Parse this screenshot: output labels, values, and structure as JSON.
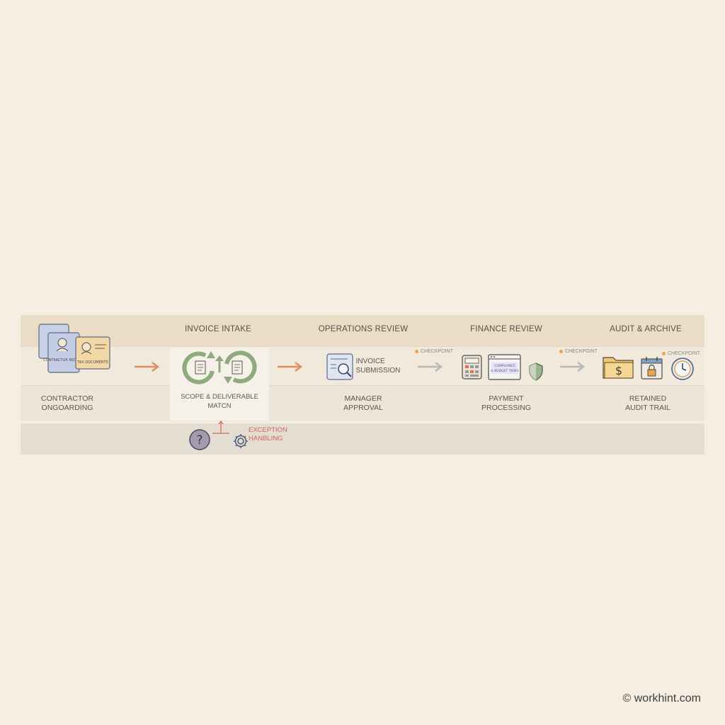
{
  "phases": {
    "invoice_intake": "INVOICE INTAKE",
    "operations_review": "OPERATIONS REVIEW",
    "finance_review": "FINANCE REVIEW",
    "audit_archive": "AUDIT & ARCHIVE"
  },
  "steps": {
    "contractor_onboarding": [
      "CONTRACTOR",
      "ONGOARDING"
    ],
    "scope_match": [
      "SCOPE & DELIVERABLE",
      "MATCN"
    ],
    "manager_approval": [
      "MANAGER",
      "APPROVAL"
    ],
    "payment_processing": [
      "PAYMENT",
      "PROCESSING"
    ],
    "retained_audit": [
      "RETAINED",
      "AUDIT TRAIL"
    ]
  },
  "icon_labels": {
    "contractor_card_back": "CONTRACTOR\nRECORD",
    "contractor_card_front": "TAX DOCUMENTS",
    "invoice_submission": [
      "INVOICE",
      "SUBMISSION"
    ],
    "finance_window": [
      "COMPLIANCE",
      "& BUDGET TASKS"
    ]
  },
  "checkpoints": [
    "CHECKPOINT",
    "CHECKPOINT",
    "CHECKPOINT"
  ],
  "exception": [
    "EXCEPTION",
    "HANBLING"
  ],
  "copyright": "© workhint.com",
  "colors": {
    "background": "#f5eee1",
    "header_band": "#ebdcc6",
    "orange_arrow": "#e09060",
    "gray_arrow": "#b9b9b9",
    "cycle_green": "#8faa7e",
    "exception_red": "#d2655a",
    "checkpoint_dot": "#e8a64b"
  },
  "icons": [
    "contractor-cards-icon",
    "scope-cycle-icon",
    "invoice-search-icon",
    "calculator-icon",
    "browser-window-icon",
    "shield-icon",
    "dollar-folder-icon",
    "lock-calendar-icon",
    "clock-icon",
    "question-icon",
    "gear-icon"
  ]
}
